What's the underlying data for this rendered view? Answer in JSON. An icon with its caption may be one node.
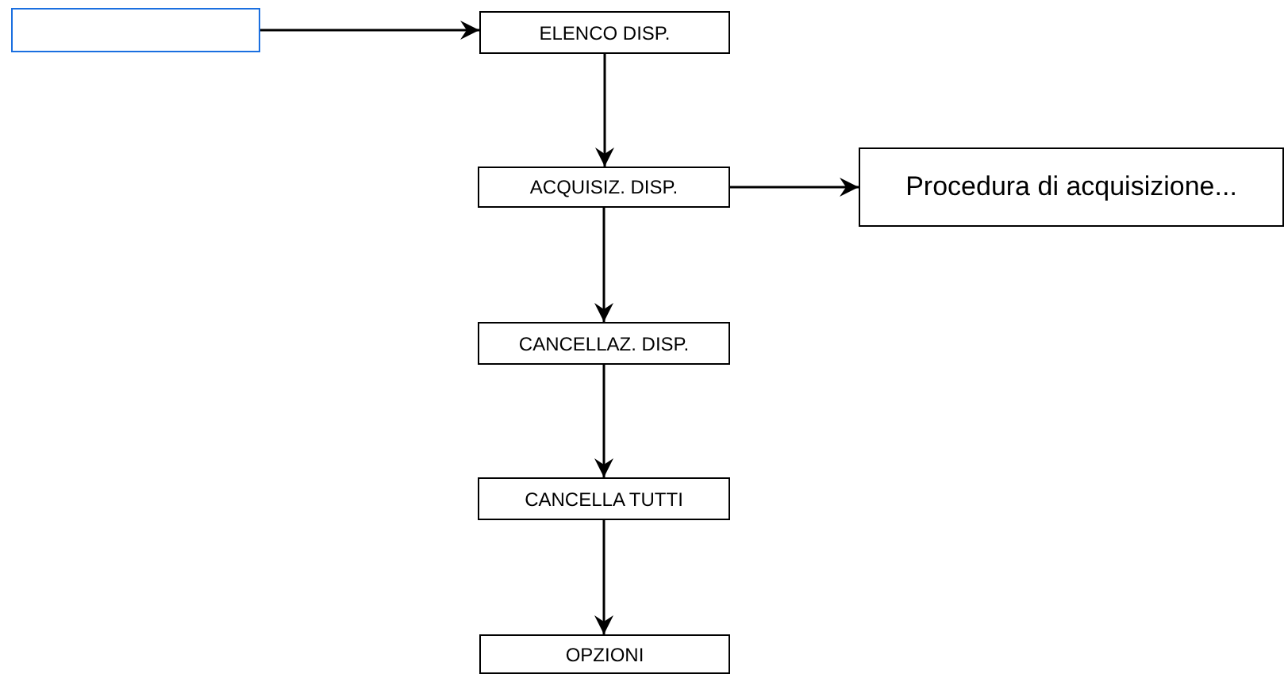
{
  "diagram": {
    "nodes": [
      {
        "text": [],
        "shape": "box"
      },
      {
        "text": [
          "ELENCO DISP."
        ]
      },
      {
        "text": [
          "ACQUISIZ. DISP."
        ]
      },
      {
        "text": [
          "Procedura di acquisizione..."
        ]
      },
      {
        "text": [
          "CANCELLAZ. DISP."
        ]
      },
      {
        "text": [
          "CANCELLA TUTTI"
        ]
      },
      {
        "text": [
          "OPZIONI"
        ]
      }
    ],
    "edges": [
      {
        "from": 0,
        "to": 1,
        "arrow": "to"
      },
      {
        "from": 1,
        "to": 2,
        "arrow": "to"
      },
      {
        "from": 2,
        "to": 3,
        "arrow": "to"
      },
      {
        "from": 2,
        "to": 4,
        "arrow": "to"
      },
      {
        "from": 4,
        "to": 5,
        "arrow": "to"
      },
      {
        "from": 5,
        "to": 6,
        "arrow": "to"
      }
    ]
  }
}
